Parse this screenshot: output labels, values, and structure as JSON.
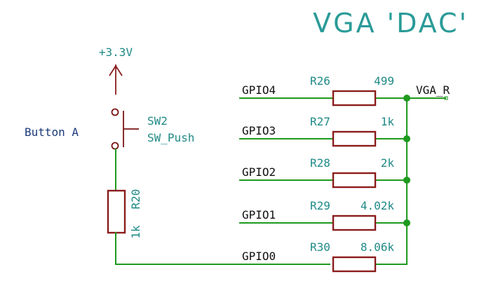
{
  "title": "VGA 'DAC'",
  "power": {
    "label": "+3.3V"
  },
  "switch": {
    "ref": "SW2",
    "value": "SW_Push",
    "net_label": "Button A"
  },
  "pull_resistor": {
    "ref": "R20",
    "value": "1k"
  },
  "output_net": "VGA_R",
  "ladder": [
    {
      "gpio": "GPIO4",
      "ref": "R26",
      "value": "499"
    },
    {
      "gpio": "GPIO3",
      "ref": "R27",
      "value": "1k"
    },
    {
      "gpio": "GPIO2",
      "ref": "R28",
      "value": "2k"
    },
    {
      "gpio": "GPIO1",
      "ref": "R29",
      "value": "4.02k"
    },
    {
      "gpio": "GPIO0",
      "ref": "R30",
      "value": "8.06k"
    }
  ],
  "colors": {
    "wire": "#1e9a1e",
    "component": "#8b1c1c",
    "label": "#1f8a87",
    "net": "#111111",
    "title": "#2a9b98"
  }
}
